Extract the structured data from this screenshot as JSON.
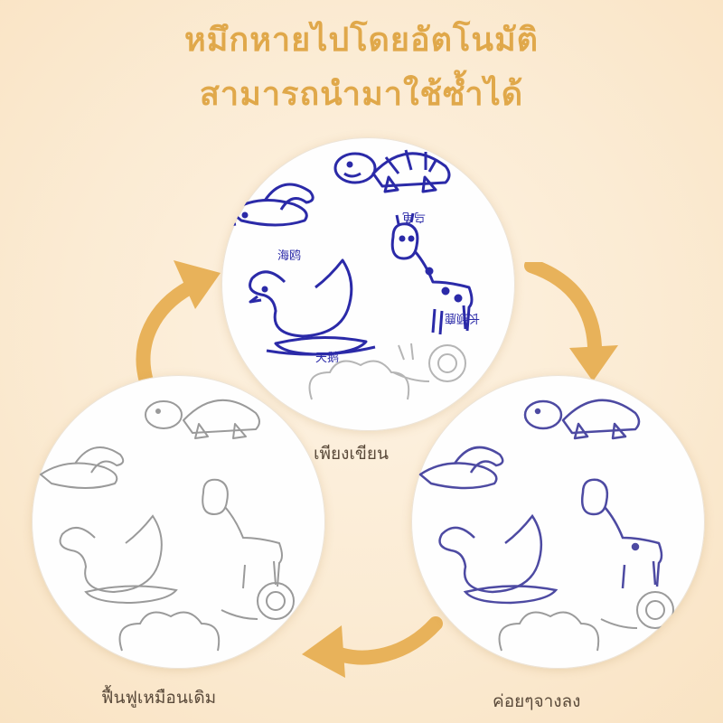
{
  "headline": {
    "line1": "หมึกหายไปโดยอัตโนมัติ",
    "line2": "สามารถนำมาใช้ซ้ำได้"
  },
  "steps": [
    {
      "label": "เพียงเขียน",
      "ink": "dark-blue",
      "ink_color": "#2b2aa8"
    },
    {
      "label": "ค่อยๆจางลง",
      "ink": "fading-blue",
      "ink_color": "#4d4aa2"
    },
    {
      "label": "ฟื้นฟูเหมือนเดิม",
      "ink": "faint-gray",
      "ink_color": "#9a9a9a"
    }
  ],
  "drawing_labels": {
    "seagull": "海鸥",
    "turtle": "乌龟",
    "swan": "天鹅",
    "giraffe": "长颈鹿"
  },
  "colors": {
    "background": "#fbe9cf",
    "accent": "#e0a84a",
    "arrow": "#e8b25a"
  },
  "icons": [
    "turtle-drawing",
    "seagull-drawing",
    "swan-drawing",
    "giraffe-drawing",
    "snail-drawing",
    "sheep-drawing",
    "cycle-arrow"
  ]
}
